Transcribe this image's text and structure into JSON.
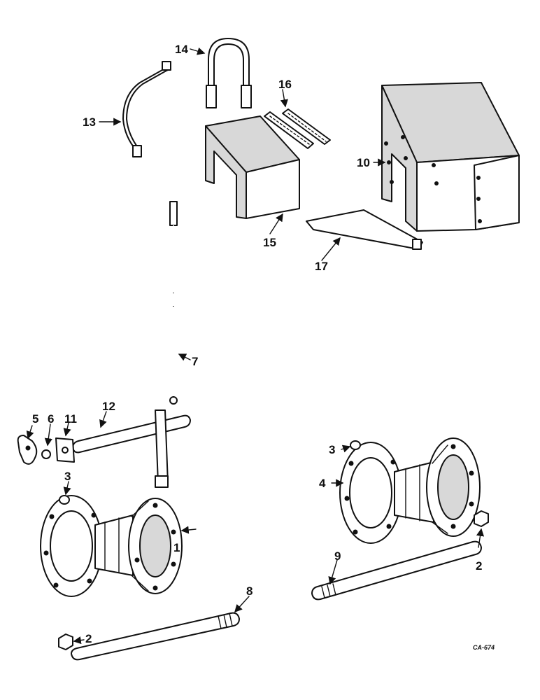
{
  "diagram": {
    "callouts": [
      "1",
      "2",
      "3",
      "4",
      "5",
      "6",
      "7",
      "8",
      "9",
      "10",
      "11",
      "12",
      "13",
      "14",
      "15",
      "16",
      "17",
      "2",
      "3"
    ],
    "code": "CA-674"
  }
}
